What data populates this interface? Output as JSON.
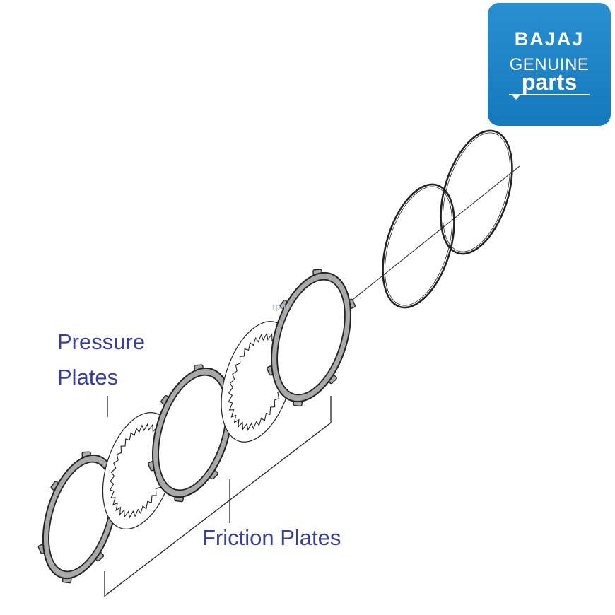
{
  "logo": {
    "brand": "BAJAJ",
    "line2": "GENUINE",
    "line3": "parts",
    "color": "#1a82c4"
  },
  "labels": {
    "pressure_line1": "Pressure",
    "pressure_line2": "Plates",
    "friction": "Friction Plates"
  },
  "watermark": "rpm",
  "colors": {
    "label": "#3a3f9a",
    "stroke": "#222222",
    "plate_fill": "#a9a9a9"
  },
  "parts": [
    {
      "name": "friction-plate",
      "kind": "friction"
    },
    {
      "name": "pressure-plate",
      "kind": "pressure"
    },
    {
      "name": "friction-plate",
      "kind": "friction"
    },
    {
      "name": "pressure-plate",
      "kind": "pressure"
    },
    {
      "name": "friction-plate",
      "kind": "friction"
    },
    {
      "name": "ring",
      "kind": "ring"
    },
    {
      "name": "ring",
      "kind": "ring"
    }
  ]
}
